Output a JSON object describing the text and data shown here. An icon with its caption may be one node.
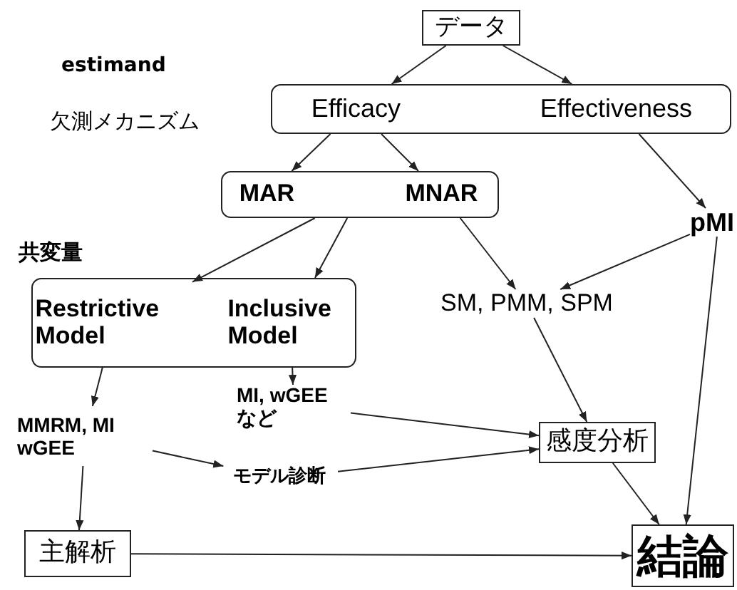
{
  "diagram": {
    "nodes": [
      {
        "text": [
          "データ"
        ]
      },
      {
        "text": [],
        "shape": "box"
      },
      {
        "text": [
          "Efficacy"
        ],
        "in": 1
      },
      {
        "text": [
          "Effectiveness"
        ],
        "in": 1
      },
      {
        "text": [],
        "shape": "box"
      },
      {
        "text": [
          "MAR"
        ],
        "in": 4
      },
      {
        "text": [
          "MNAR"
        ],
        "in": 4
      },
      {
        "text": [],
        "shape": "box"
      },
      {
        "text": [
          "Restrictive Model"
        ],
        "in": 7
      },
      {
        "text": [
          "Inclusive Model"
        ],
        "in": 7
      },
      {
        "text": [
          "pMI"
        ]
      },
      {
        "text": [
          "SM, PMM, SPM"
        ]
      },
      {
        "text": [
          "MMRM, MI wGEE"
        ]
      },
      {
        "text": [
          "MI, wGEE など"
        ]
      },
      {
        "text": [
          "モデル診断"
        ]
      },
      {
        "text": [
          "感度分析"
        ]
      },
      {
        "text": [
          "主解析"
        ]
      },
      {
        "text": [
          "結論"
        ]
      }
    ],
    "edges": [
      {
        "from": 0,
        "to": 2,
        "arrow": "to"
      },
      {
        "from": 0,
        "to": 3,
        "arrow": "to"
      },
      {
        "from": 2,
        "to": 5,
        "arrow": "to"
      },
      {
        "from": 2,
        "to": 6,
        "arrow": "to"
      },
      {
        "from": 3,
        "to": 10,
        "arrow": "to"
      },
      {
        "from": 4,
        "to": 8,
        "arrow": "to"
      },
      {
        "from": 4,
        "to": 9,
        "arrow": "to"
      },
      {
        "from": 6,
        "to": 11,
        "arrow": "to"
      },
      {
        "from": 10,
        "to": 11,
        "arrow": "to"
      },
      {
        "from": 9,
        "to": 13,
        "arrow": "to"
      },
      {
        "from": 8,
        "to": 12,
        "arrow": "to"
      },
      {
        "from": 11,
        "to": 15,
        "arrow": "to"
      },
      {
        "from": 13,
        "to": 15,
        "arrow": "to"
      },
      {
        "from": 12,
        "to": 14,
        "arrow": "to"
      },
      {
        "from": 14,
        "to": 15,
        "arrow": "to"
      },
      {
        "from": 12,
        "to": 16,
        "arrow": "to"
      },
      {
        "from": 16,
        "to": 17,
        "arrow": "to"
      },
      {
        "from": 15,
        "to": 17,
        "arrow": "to"
      },
      {
        "from": 10,
        "to": 17,
        "arrow": "to"
      }
    ],
    "labels": [
      "estimand",
      "欠測メカニズム",
      "共変量"
    ]
  }
}
